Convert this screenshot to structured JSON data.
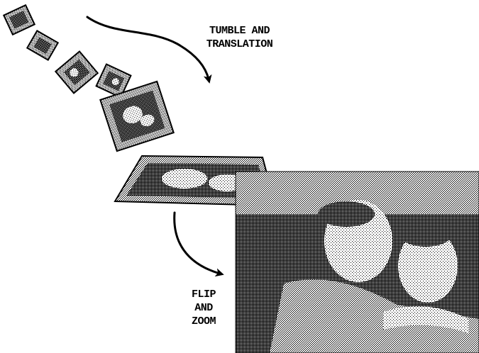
{
  "labels": {
    "tumble": [
      "TUMBLE AND",
      "TRANSLATION"
    ],
    "flip": [
      "FLIP",
      "AND",
      "ZOOM"
    ]
  },
  "colors": {
    "ink": "#000000",
    "frame": "#555555",
    "photo_dark": "#2a2a2a",
    "photo_mid": "#7a7a7a",
    "photo_light": "#d8d8d8",
    "background": "#ffffff"
  },
  "illustration": {
    "tumbling_frames": 5,
    "flipping_frame": 1,
    "final_photo": 1,
    "arrows": [
      "tumble-arrow",
      "flip-arrow"
    ]
  }
}
